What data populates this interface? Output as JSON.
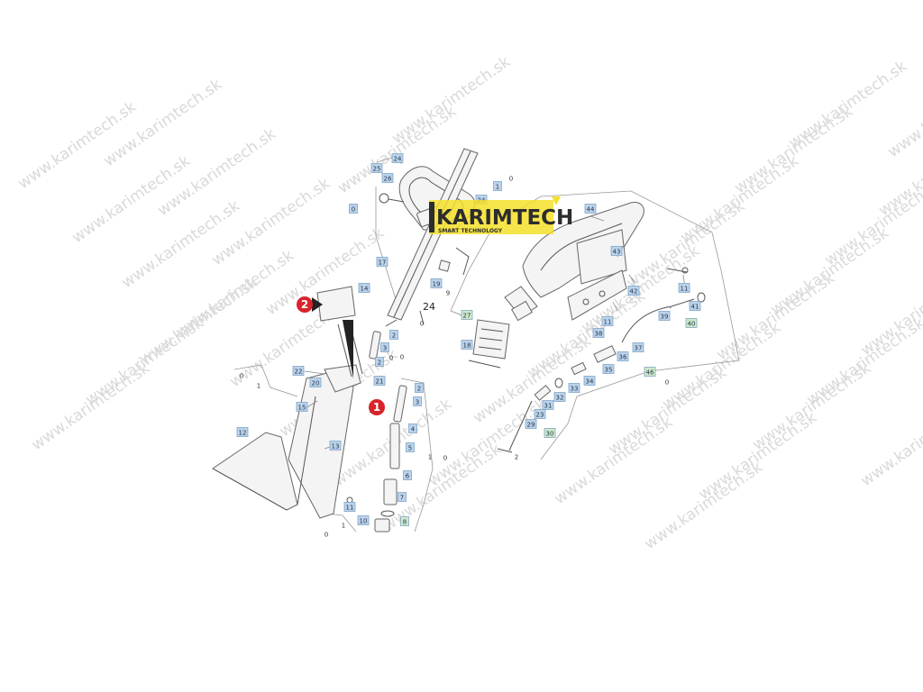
{
  "watermark": {
    "text": "www.karimtech.sk"
  },
  "logo": {
    "name": "KARIMTECH",
    "tagline": "SMART TECHNOLOGY",
    "accent": "#f5e12a"
  },
  "colors": {
    "label_fill": "#bcd3ea",
    "label_green": "#cfe9c4",
    "marker_red": "#d8232a"
  },
  "markers": [
    "1",
    "2"
  ],
  "labels": [
    "24",
    "25",
    "26",
    "0",
    "1",
    "0",
    "24",
    "17",
    "19",
    "9",
    "24",
    "0",
    "27",
    "18",
    "14",
    "2",
    "3",
    "0",
    "2",
    "0",
    "22",
    "20",
    "21",
    "1",
    "0",
    "15",
    "2",
    "3",
    "4",
    "5",
    "6",
    "7",
    "8",
    "1",
    "0",
    "12",
    "13",
    "11",
    "10",
    "1",
    "0",
    "44",
    "43",
    "42",
    "11",
    "41",
    "40",
    "11",
    "39",
    "37",
    "38",
    "36",
    "35",
    "34",
    "33",
    "32",
    "31",
    "23",
    "29",
    "30",
    "2",
    "46",
    "0"
  ]
}
